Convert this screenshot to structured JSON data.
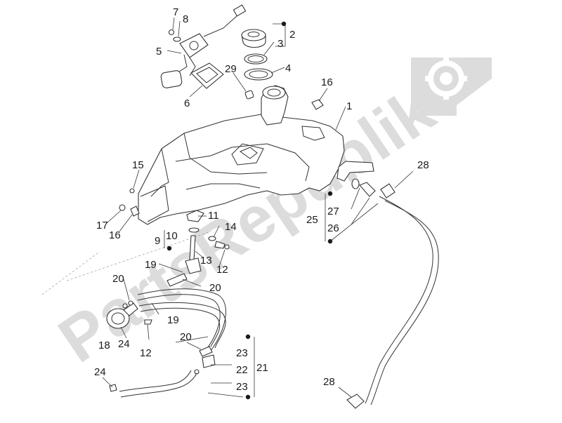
{
  "diagram": {
    "labels": {
      "p1": "1",
      "p2": "2",
      "p3": "3",
      "p4": "4",
      "p5": "5",
      "p6": "6",
      "p7": "7",
      "p8": "8",
      "p9": "9",
      "p10": "10",
      "p11": "11",
      "p12a": "12",
      "p12b": "12",
      "p13": "13",
      "p14": "14",
      "p15": "15",
      "p16a": "16",
      "p16b": "16",
      "p17": "17",
      "p18": "18",
      "p19a": "19",
      "p19b": "19",
      "p20a": "20",
      "p20b": "20",
      "p20c": "20",
      "p21": "21",
      "p22": "22",
      "p23a": "23",
      "p23b": "23",
      "p24a": "24",
      "p24b": "24",
      "p25": "25",
      "p26": "26",
      "p27": "27",
      "p28a": "28",
      "p28b": "28",
      "p29": "29"
    },
    "watermark": "PartsRepublik",
    "colors": {
      "ink": "#333333",
      "watermark": "#dcdcdc"
    },
    "icons": {
      "watermark_badge": "gear-icon"
    }
  }
}
